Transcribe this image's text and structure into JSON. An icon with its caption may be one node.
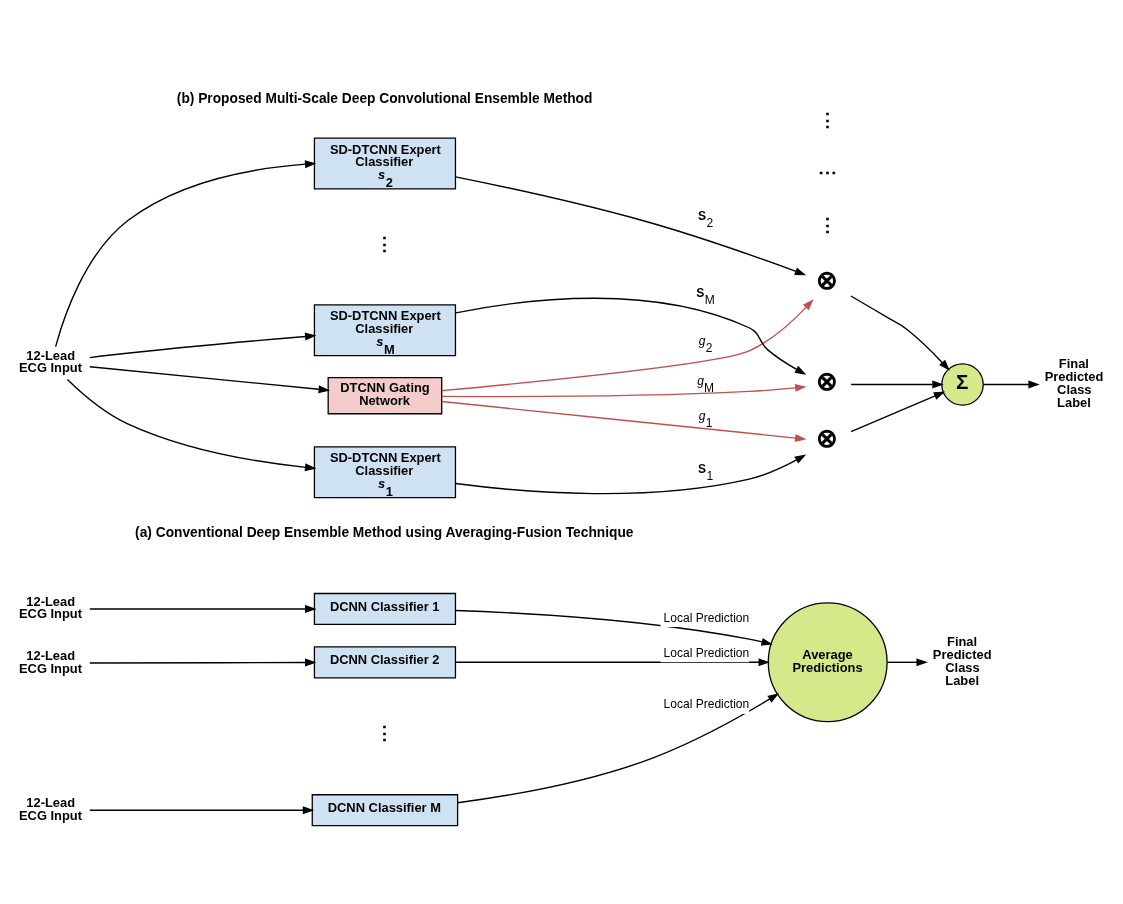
{
  "diagram": {
    "nodes": [
      {
        "text": [
          "12-Lead ECG Input"
        ]
      },
      {
        "text": [
          "DCNN Classifier 1"
        ]
      },
      {
        "text": [
          "12-Lead ECG Input"
        ]
      },
      {
        "text": [
          "DCNN Classifier 2"
        ]
      },
      {
        "text": [
          "12-Lead ECG Input"
        ]
      },
      {
        "text": [
          "DCNN Classifier M"
        ]
      },
      {
        "text": [
          "Average Predictions"
        ]
      },
      {
        "text": [
          "Final Predicted Class Label"
        ]
      },
      {
        "text": [
          "12-Lead ECG Input"
        ]
      },
      {
        "text": [
          "DTCNN Gating Network"
        ]
      },
      {
        "text": [
          "SD-DTCNN Expert Classifier *s*$_{1}$"
        ]
      },
      {
        "text": [
          "SD-DTCNN Expert Classifier *s*$_{2}$"
        ]
      },
      {
        "text": [
          "SD-DTCNN Expert Classifier *s*$_{M}$"
        ]
      },
      {
        "text": [
          "⊗"
        ]
      },
      {
        "text": [
          "⊗"
        ]
      },
      {
        "text": [
          "⊗"
        ]
      },
      {
        "text": [
          "Σ"
        ]
      },
      {
        "text": [
          "Final Predicted Class Label"
        ]
      }
    ],
    "edges": [
      {
        "from": 0,
        "to": 1,
        "arrow": "to"
      },
      {
        "from": 1,
        "to": 6,
        "arrow": "to",
        "label": "Local Prediction"
      },
      {
        "from": 2,
        "to": 3,
        "arrow": "to"
      },
      {
        "from": 3,
        "to": 6,
        "arrow": "to",
        "label": "Local Prediction"
      },
      {
        "from": 4,
        "to": 5,
        "arrow": "to"
      },
      {
        "from": 5,
        "to": 6,
        "arrow": "to",
        "label": "Local Prediction"
      },
      {
        "from": 6,
        "to": 7,
        "arrow": "to"
      },
      {
        "from": 8,
        "to": 9,
        "arrow": "to"
      },
      {
        "from": 8,
        "to": 10,
        "arrow": "to"
      },
      {
        "from": 8,
        "to": 11,
        "arrow": "to"
      },
      {
        "from": 8,
        "to": 12,
        "arrow": "to"
      },
      {
        "from": 9,
        "to": 13,
        "arrow": "to",
        "label": "*g*$_{1}$",
        "color": "#c0504d"
      },
      {
        "from": 9,
        "to": 14,
        "arrow": "to",
        "label": "*g*$_{2}$",
        "color": "#c0504d"
      },
      {
        "from": 9,
        "to": 15,
        "arrow": "to",
        "label": "*g*$_{M}$",
        "color": "#c0504d"
      },
      {
        "from": 10,
        "to": 13,
        "arrow": "to",
        "label": "**S**$_{1}$"
      },
      {
        "from": 11,
        "to": 14,
        "arrow": "to",
        "label": "**S**$_{2}$"
      },
      {
        "from": 12,
        "to": 15,
        "arrow": "to",
        "label": "**S**$_{M}$"
      },
      {
        "from": 13,
        "to": 16,
        "arrow": "to"
      },
      {
        "from": 14,
        "to": 16,
        "arrow": "to"
      },
      {
        "from": 15,
        "to": 16,
        "arrow": "to"
      },
      {
        "from": 16,
        "to": 17,
        "arrow": "to"
      }
    ],
    "labels": [
      "(a) Conventional Deep Ensemble Method using Averaging-Fusion Technique",
      "⋮",
      "⋮",
      "(b) Proposed Multi-Scale Deep Convolutional Ensemble Method",
      "⋯",
      "⋮",
      "⋮"
    ]
  }
}
